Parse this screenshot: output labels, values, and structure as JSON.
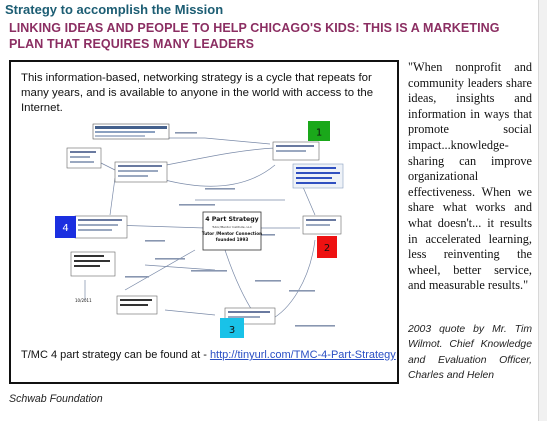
{
  "heading": "Strategy to accomplish the Mission",
  "subheading": "LINKING IDEAS AND PEOPLE TO HELP CHICAGO'S KIDS: THIS IS A MARKETING PLAN THAT REQUIRES MANY LEADERS",
  "figure": {
    "intro": "This information-based, networking strategy is a cycle that repeats for many years, and is available to anyone in the world with access to the Internet.",
    "caption_prefix": "T/MC 4 part strategy can be found at - ",
    "caption_link": "http://tinyurl.com/TMC-4-Part-Strategy",
    "diagram": {
      "center_title": "4 Part Strategy",
      "center_line1": "Tutor/Mentor Institute, LLC",
      "center_line2": "Tutor /Mentor Connection",
      "center_line3": "founded 1993",
      "badges": [
        "1",
        "2",
        "3",
        "4"
      ],
      "badge_colors": [
        "#1aa81a",
        "#ee1111",
        "#19c2e8",
        "#1b2fe0"
      ],
      "date_label": "10/2011"
    }
  },
  "quote": "\"When nonprofit and community leaders share ideas, insights and information in ways that promote social impact...knowledge-sharing can improve organizational effectiveness. When we share what works and what doesn't... it results in accelerated learning, less reinventing the wheel, better service, and measurable results.\"",
  "attribution": "2003 quote by Mr. Tim Wilmot. Chief Knowledge and Evaluation Officer, Charles and Helen",
  "foundation": "Schwab Foundation"
}
